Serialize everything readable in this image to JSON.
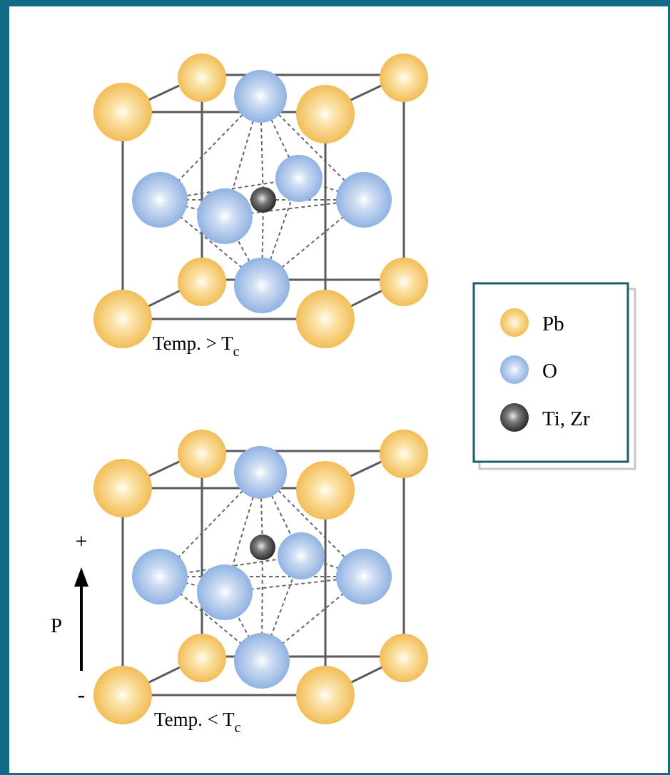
{
  "colors": {
    "frame": "#116b86",
    "lattice_line": "#555555",
    "bond_line": "#555555",
    "pb": "#f5c25c",
    "o": "#8fb2e0",
    "ti_zr": "#333333"
  },
  "top_cell": {
    "label_main": "Temp. > T",
    "label_sub": "c"
  },
  "bottom_cell": {
    "label_main": "Temp. < T",
    "label_sub": "c",
    "polarization": {
      "plus": "+",
      "minus": "-",
      "symbol": "P"
    }
  },
  "legend": {
    "items": [
      {
        "key": "pb",
        "label": "Pb"
      },
      {
        "key": "o",
        "label": "O"
      },
      {
        "key": "ti_zr",
        "label": "Ti, Zr"
      }
    ]
  }
}
